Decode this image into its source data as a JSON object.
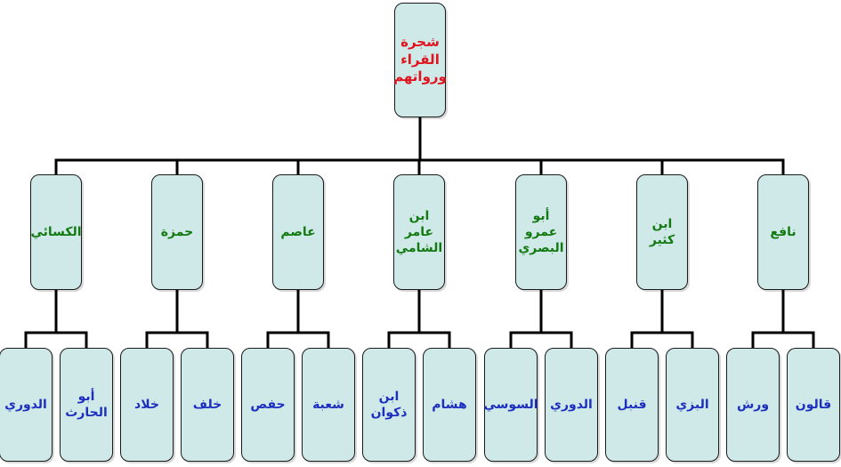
{
  "root": {
    "label": "شجرة\nالقراء\nورواتهم"
  },
  "readers": [
    {
      "label": "نافع",
      "narrators": [
        "قالون",
        "ورش"
      ]
    },
    {
      "label": "ابن\nكثير",
      "narrators": [
        "البزي",
        "قنبل"
      ]
    },
    {
      "label": "أبو عمرو\nالبصري",
      "narrators": [
        "الدوري",
        "السوسي"
      ]
    },
    {
      "label": "ابن عامر\nالشامي",
      "narrators": [
        "هشام",
        "ابن\nذكوان"
      ]
    },
    {
      "label": "عاصم",
      "narrators": [
        "شعبة",
        "حفص"
      ]
    },
    {
      "label": "حمزة",
      "narrators": [
        "خلف",
        "خلاد"
      ]
    },
    {
      "label": "الكسائي",
      "narrators": [
        "أبو\nالحارث",
        "الدوري"
      ]
    }
  ],
  "colors": {
    "box_fill": "#cfe8e8",
    "root_text": "#e0141e",
    "reader_text": "#137a12",
    "narrator_text": "#1c2fbf",
    "lines": "#000000"
  }
}
